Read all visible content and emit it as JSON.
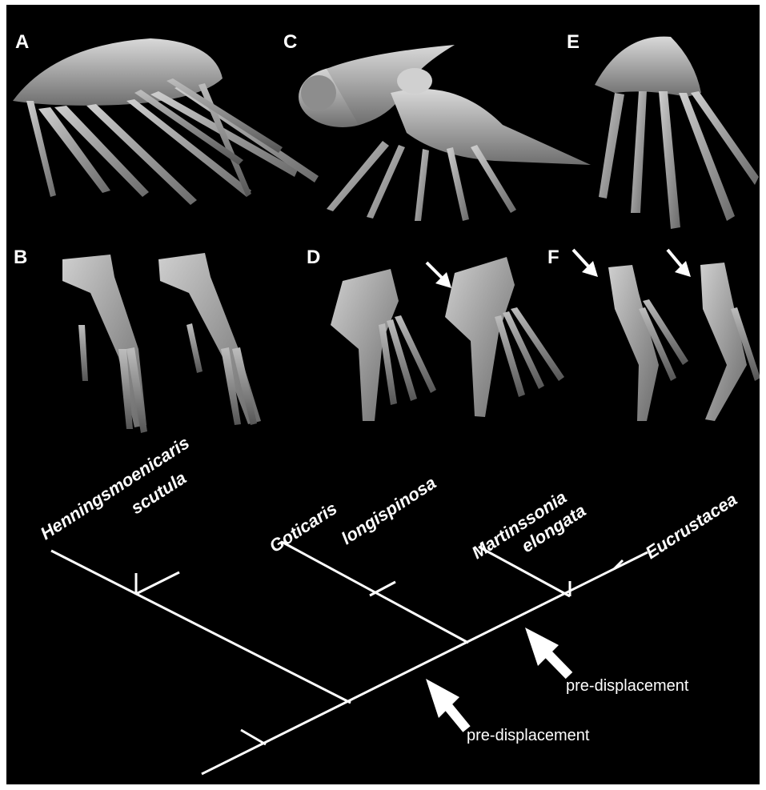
{
  "panels": [
    "A",
    "B",
    "C",
    "D",
    "E",
    "F"
  ],
  "taxa": {
    "henningsmoenicaris": {
      "genus": "Henningsmoenicaris",
      "species": "scutula"
    },
    "goticaris": {
      "genus": "Goticaris",
      "species": "longispinosa"
    },
    "martinssonia": {
      "genus": "Martinssonia",
      "species": "elongata"
    },
    "eucrustacea": {
      "name": "Eucrustacea"
    }
  },
  "annotations": {
    "upper": "pre-displacement",
    "lower": "pre-displacement"
  },
  "colors": {
    "background": "#000000",
    "lines": "#ffffff",
    "model": "#bdbdbd"
  }
}
